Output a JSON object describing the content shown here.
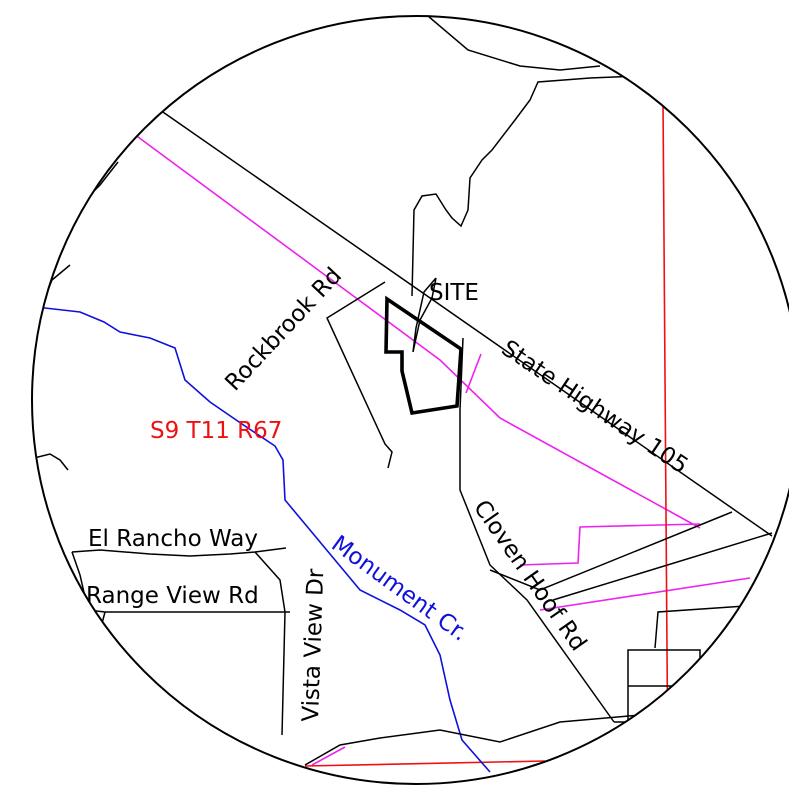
{
  "map": {
    "labels": {
      "rockbrook_rd": "Rockbrook Rd",
      "site": "SITE",
      "state_highway_105": "State Highway 105",
      "section_township_range": "S9 T11 R67",
      "cloven_hoof_rd": "Cloven Hoof Rd",
      "el_rancho_way": "El Rancho Way",
      "vista_view_dr": "Vista View Dr",
      "monument_cr": "Monument Cr.",
      "range_view_rd": "Range View Rd"
    },
    "colors": {
      "roads_and_outline": "#000000",
      "section_lines": "#ee1111",
      "creek": "#1010dd",
      "boundary_lines": "#ee22ee"
    }
  }
}
